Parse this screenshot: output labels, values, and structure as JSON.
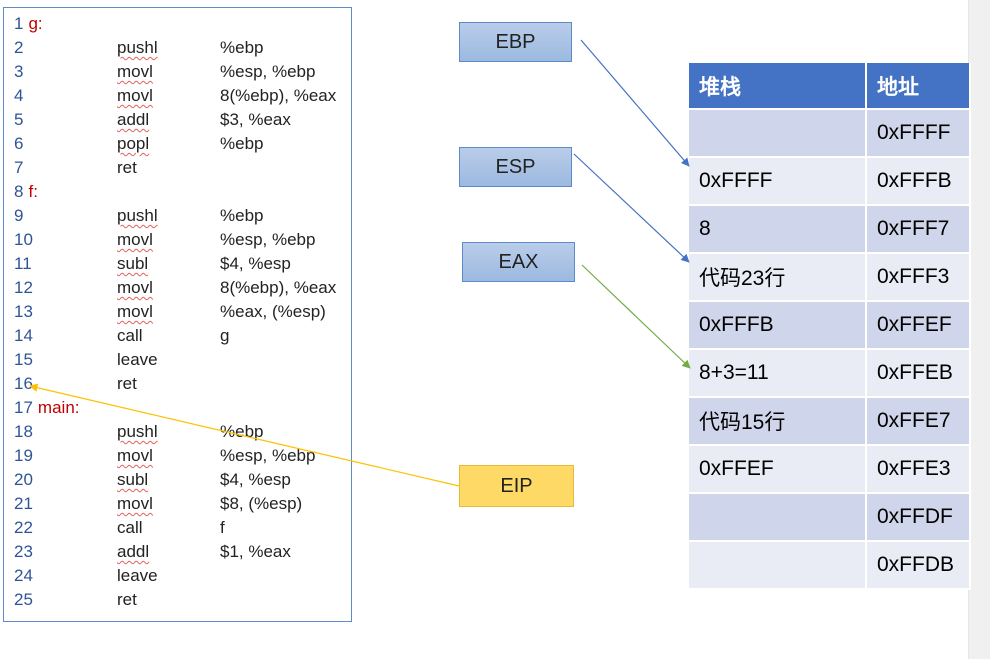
{
  "code": {
    "lines": [
      {
        "num": "1",
        "label": "g:",
        "instr": "",
        "oper": ""
      },
      {
        "num": "2",
        "label": "",
        "instr": "pushl",
        "oper": "%ebp"
      },
      {
        "num": "3",
        "label": "",
        "instr": "movl",
        "oper": "%esp, %ebp"
      },
      {
        "num": "4",
        "label": "",
        "instr": "movl",
        "oper": "8(%ebp), %eax"
      },
      {
        "num": "5",
        "label": "",
        "instr": "addl",
        "oper": "$3, %eax"
      },
      {
        "num": "6",
        "label": "",
        "instr": "popl",
        "oper": "%ebp"
      },
      {
        "num": "7",
        "label": "",
        "instr": "ret",
        "oper": ""
      },
      {
        "num": "8",
        "label": "f:",
        "instr": "",
        "oper": ""
      },
      {
        "num": "9",
        "label": "",
        "instr": "pushl",
        "oper": "%ebp"
      },
      {
        "num": "10",
        "label": "",
        "instr": "movl",
        "oper": "%esp, %ebp"
      },
      {
        "num": "11",
        "label": "",
        "instr": "subl",
        "oper": "$4, %esp"
      },
      {
        "num": "12",
        "label": "",
        "instr": "movl",
        "oper": "8(%ebp), %eax"
      },
      {
        "num": "13",
        "label": "",
        "instr": "movl",
        "oper": "%eax, (%esp)"
      },
      {
        "num": "14",
        "label": "",
        "instr": "call",
        "oper": "g"
      },
      {
        "num": "15",
        "label": "",
        "instr": "leave",
        "oper": ""
      },
      {
        "num": "16",
        "label": "",
        "instr": "ret",
        "oper": ""
      },
      {
        "num": "17",
        "label": "main:",
        "instr": "",
        "oper": ""
      },
      {
        "num": "18",
        "label": "",
        "instr": "pushl",
        "oper": "%ebp"
      },
      {
        "num": "19",
        "label": "",
        "instr": "movl",
        "oper": "%esp, %ebp"
      },
      {
        "num": "20",
        "label": "",
        "instr": "subl",
        "oper": "$4, %esp"
      },
      {
        "num": "21",
        "label": "",
        "instr": "movl",
        "oper": "$8, (%esp)"
      },
      {
        "num": "22",
        "label": "",
        "instr": "call",
        "oper": "f"
      },
      {
        "num": "23",
        "label": "",
        "instr": "addl",
        "oper": "$1, %eax"
      },
      {
        "num": "24",
        "label": "",
        "instr": "leave",
        "oper": ""
      },
      {
        "num": "25",
        "label": "",
        "instr": "ret",
        "oper": ""
      }
    ]
  },
  "registers": {
    "ebp": "EBP",
    "esp": "ESP",
    "eax": "EAX",
    "eip": "EIP"
  },
  "stack": {
    "headers": {
      "value": "堆栈",
      "address": "地址"
    },
    "rows": [
      {
        "value": "",
        "address": "0xFFFF"
      },
      {
        "value": "0xFFFF",
        "address": "0xFFFB"
      },
      {
        "value": "8",
        "address": "0xFFF7"
      },
      {
        "value": "代码23行",
        "address": "0xFFF3"
      },
      {
        "value": "0xFFFB",
        "address": "0xFFEF"
      },
      {
        "value": "8+3=11",
        "address": "0xFFEB"
      },
      {
        "value": "代码15行",
        "address": "0xFFE7"
      },
      {
        "value": "0xFFEF",
        "address": "0xFFE3"
      },
      {
        "value": "",
        "address": "0xFFDF"
      },
      {
        "value": "",
        "address": "0xFFDB"
      }
    ]
  },
  "colors": {
    "header": "#4472c4",
    "row_odd": "#cfd5ea",
    "row_even": "#e9ebf5",
    "register": "#9cb9e0",
    "eip": "#ffd966",
    "label": "#c00000",
    "arrow_blue": "#4472c4",
    "arrow_green": "#70ad47",
    "arrow_yellow": "#ffc000"
  }
}
